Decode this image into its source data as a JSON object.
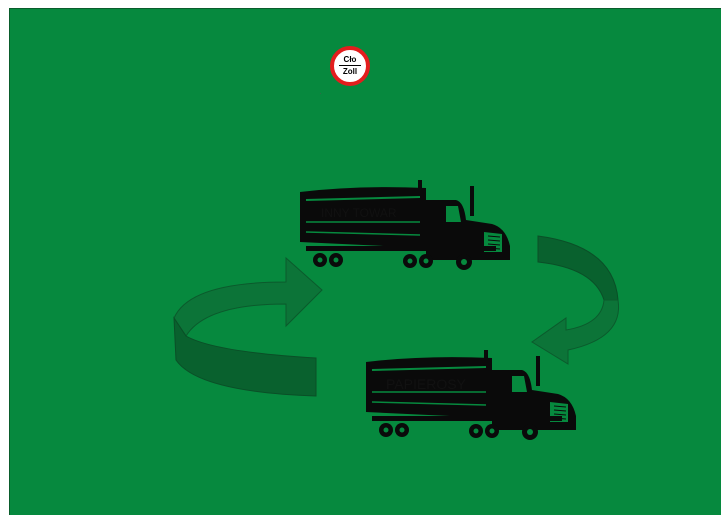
{
  "customs_sign": {
    "top_text": "Cło",
    "bottom_text": "Zoll",
    "border_color": "#e31d1d"
  },
  "trucks": [
    {
      "label": "INNY TOWAR"
    },
    {
      "label": "PAPIEROSY"
    }
  ],
  "colors": {
    "background": "#06893e",
    "arrow_fill": "#0f6b36",
    "truck": "#0a0a0a"
  }
}
